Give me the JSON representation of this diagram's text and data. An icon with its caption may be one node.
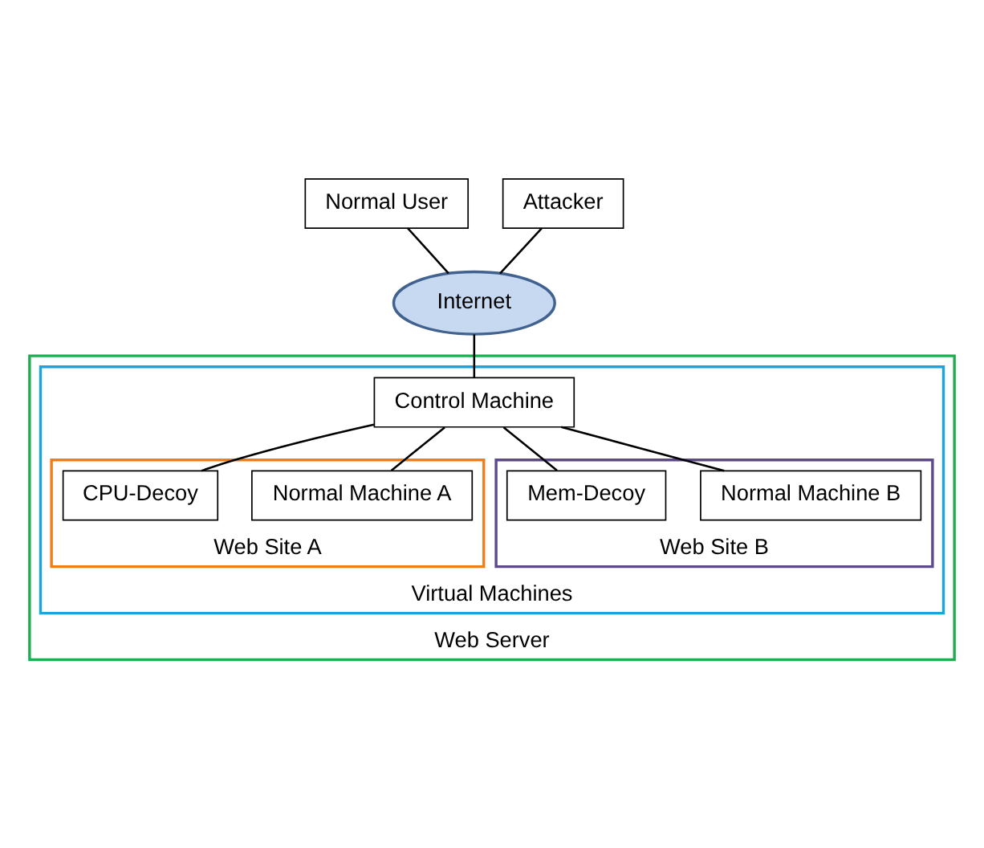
{
  "diagram": {
    "nodes": [
      {
        "text": [
          "Normal User"
        ]
      },
      {
        "text": [
          "Attacker"
        ]
      },
      {
        "text": [
          "Internet"
        ]
      },
      {
        "text": [
          "Web Server"
        ]
      },
      {
        "text": [
          "Virtual Machines"
        ],
        "in": 3
      },
      {
        "text": [
          "Control Machine"
        ],
        "in": 4
      },
      {
        "text": [
          "Web Site A"
        ],
        "in": 4
      },
      {
        "text": [
          "Normal Machine A"
        ],
        "in": 6
      },
      {
        "text": [
          "CPU-Decoy"
        ],
        "in": 6
      },
      {
        "text": [
          "Web Site B"
        ],
        "in": 4
      },
      {
        "text": [
          "Normal Machine B"
        ],
        "in": 9
      },
      {
        "text": [
          "Mem-Decoy"
        ],
        "in": 9
      }
    ],
    "edges": [
      {
        "from": 0,
        "to": 2,
        "arrow": "none"
      },
      {
        "from": 1,
        "to": 2,
        "arrow": "none"
      },
      {
        "from": 2,
        "to": 5,
        "arrow": "none"
      },
      {
        "from": 5,
        "to": 7,
        "arrow": "none"
      },
      {
        "from": 5,
        "to": 8,
        "arrow": "none"
      },
      {
        "from": 5,
        "to": 10,
        "arrow": "none"
      },
      {
        "from": 5,
        "to": 11,
        "arrow": "none"
      }
    ]
  }
}
